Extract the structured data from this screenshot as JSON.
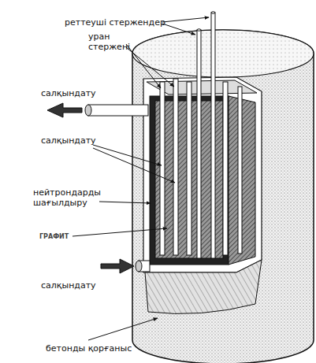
{
  "diagram": {
    "labels": [
      "реттеуші стержендер",
      "уран стержені",
      "салқындату",
      "салқындату",
      "нейтрондарды шағылдыру",
      "ГРАФИТ",
      "салқындату",
      "бетонды қорғаныс"
    ]
  }
}
